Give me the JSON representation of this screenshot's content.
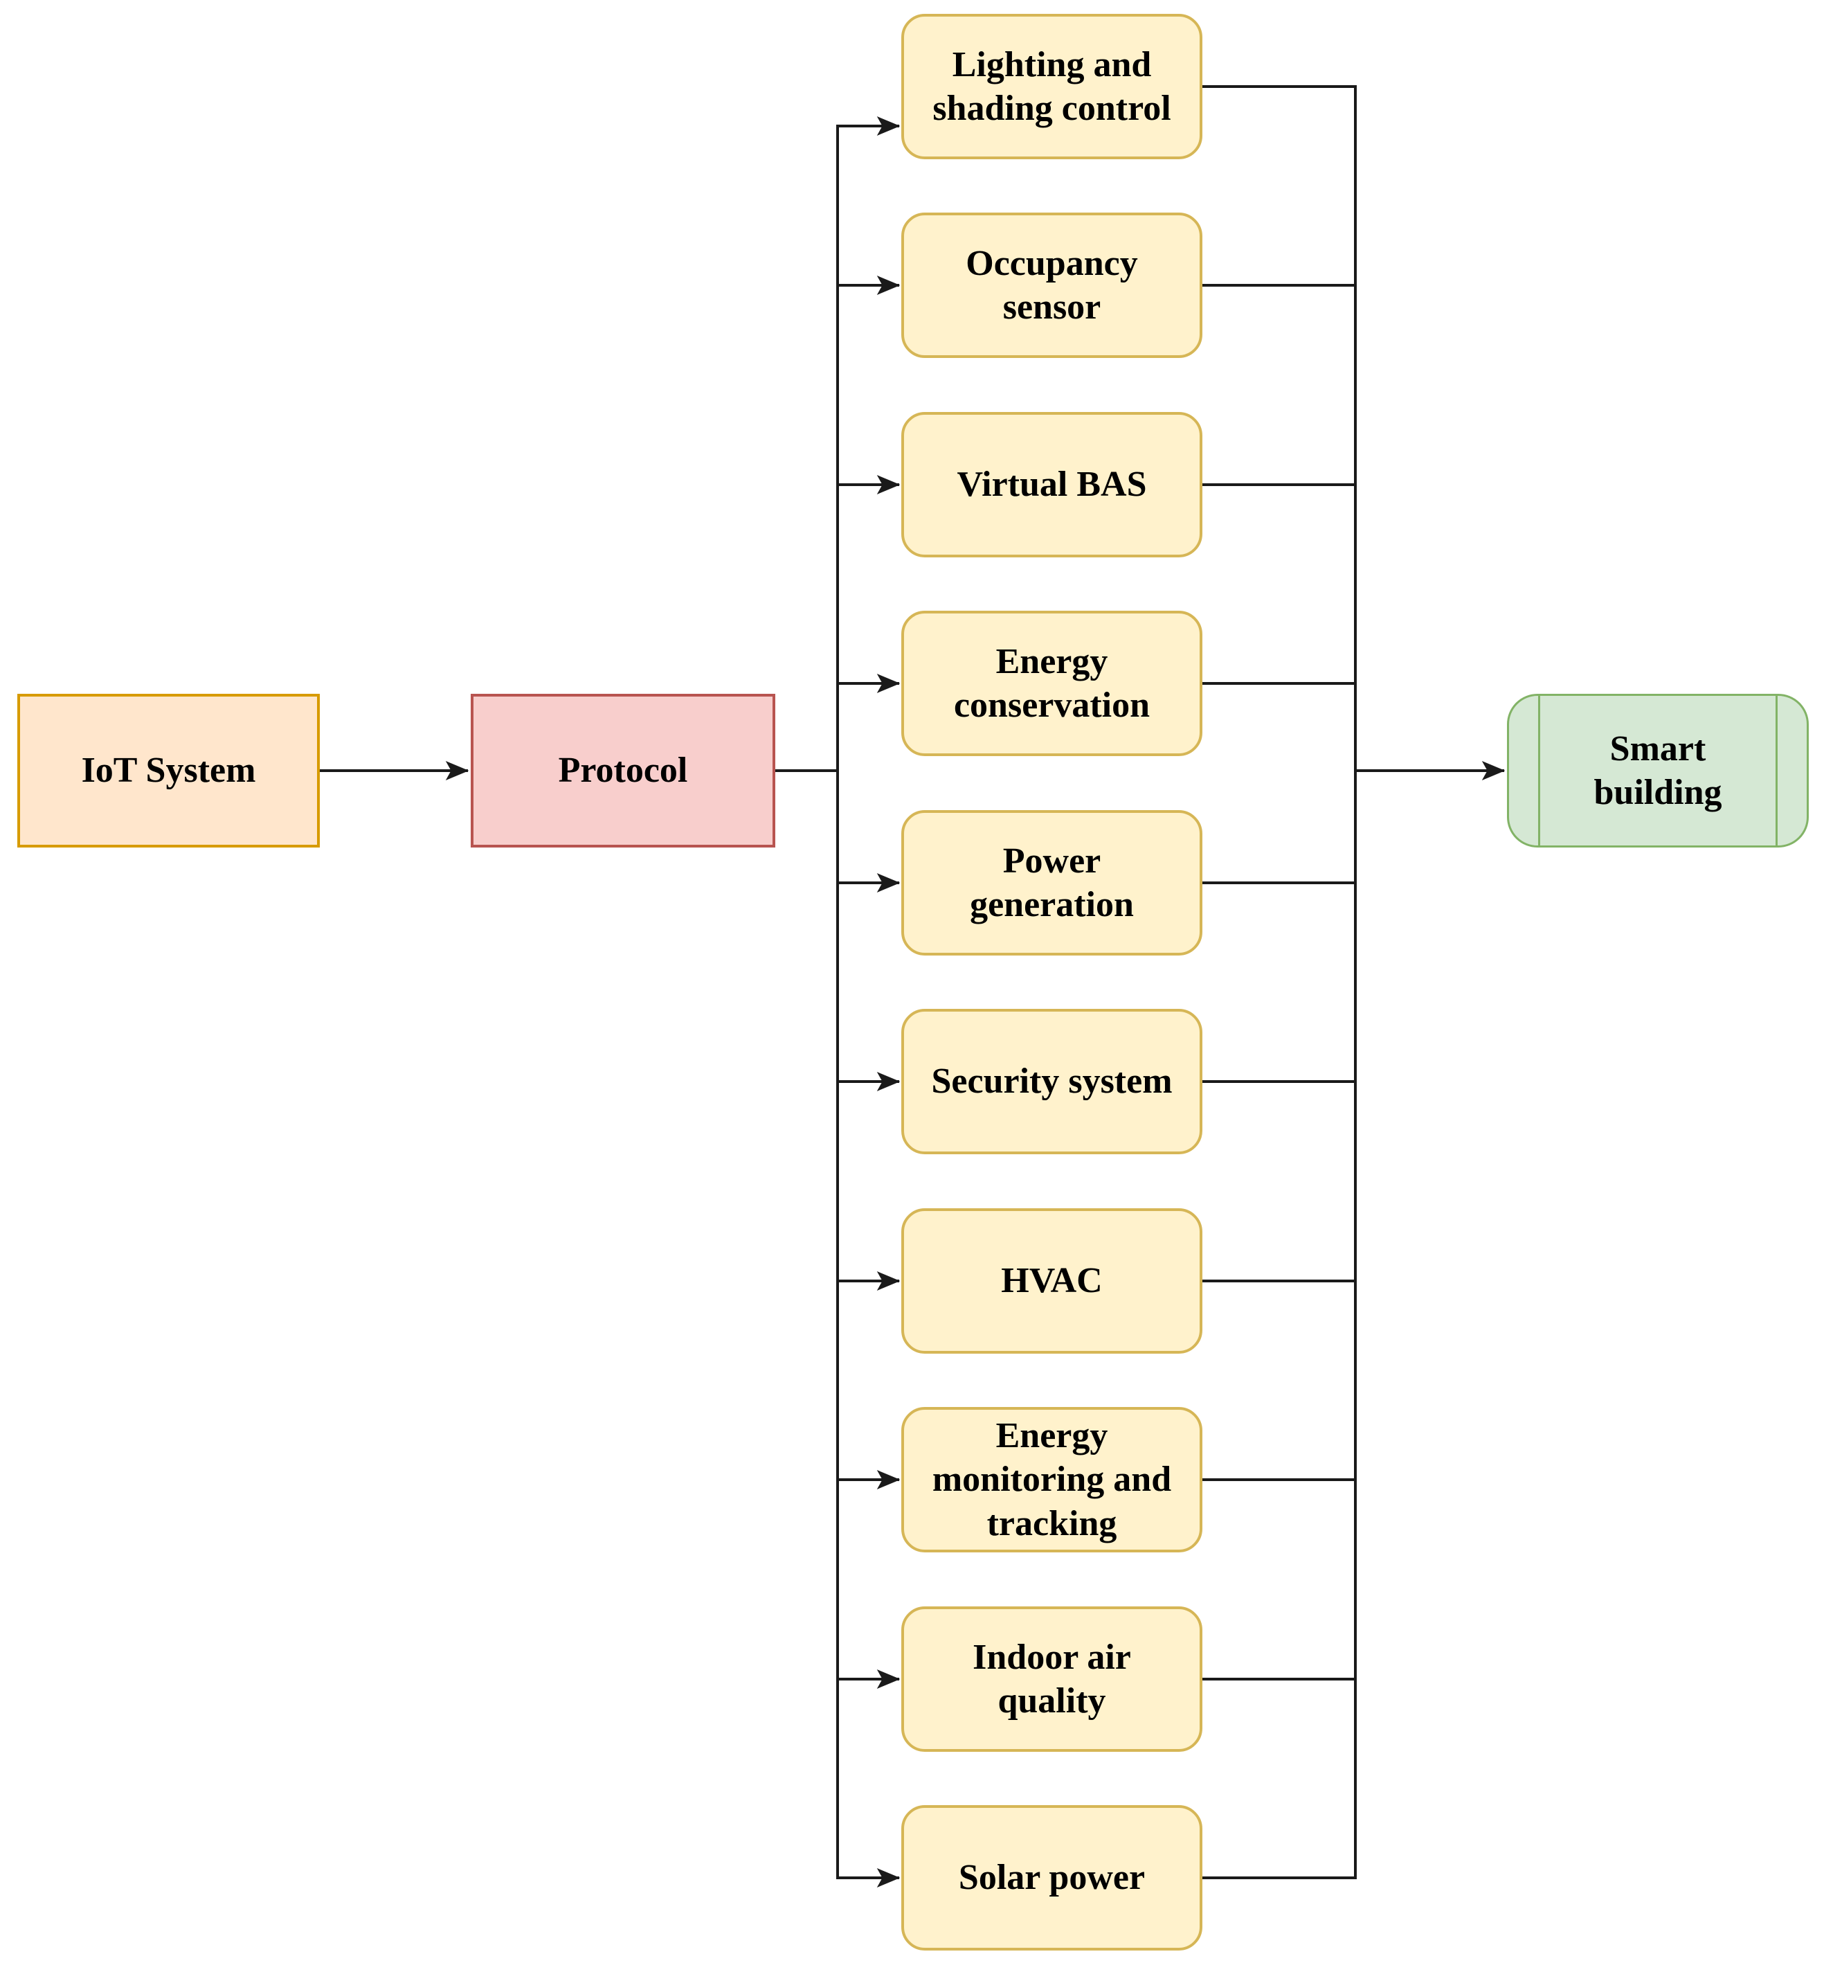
{
  "diagram": {
    "title": "IoT protocol to smart building subsystems flow",
    "nodes": {
      "source": {
        "label": "IoT System"
      },
      "protocol": {
        "label": "Protocol"
      },
      "target": {
        "label": "Smart\nbuilding"
      }
    },
    "subsystems": [
      {
        "label": "Lighting and\nshading control"
      },
      {
        "label": "Occupancy\nsensor"
      },
      {
        "label": "Virtual BAS"
      },
      {
        "label": "Energy\nconservation"
      },
      {
        "label": "Power\ngeneration"
      },
      {
        "label": "Security system"
      },
      {
        "label": "HVAC"
      },
      {
        "label": "Energy\nmonitoring and\ntracking"
      },
      {
        "label": "Indoor air\nquality"
      },
      {
        "label": "Solar power"
      }
    ],
    "colors": {
      "source_fill": "#FFE6CC",
      "source_border": "#D79B00",
      "protocol_fill": "#F8CECC",
      "protocol_border": "#B85450",
      "subsystem_fill": "#FFF2CC",
      "subsystem_border": "#D6B656",
      "target_fill": "#D5E8D4",
      "target_border": "#82B366",
      "connector": "#1A1A1A",
      "text": "#000000"
    }
  }
}
